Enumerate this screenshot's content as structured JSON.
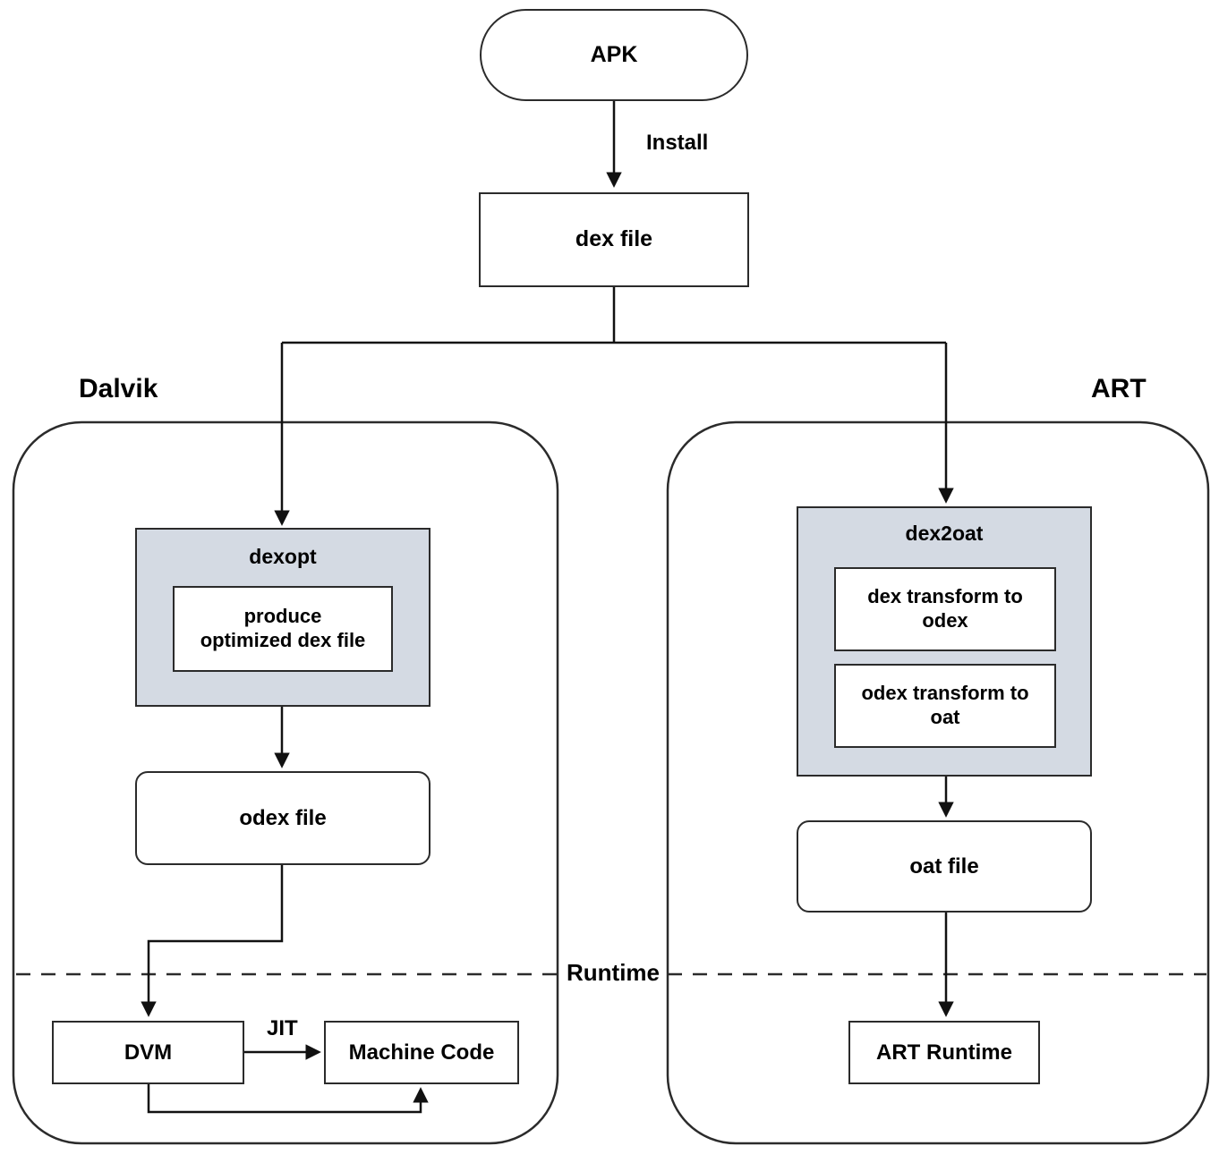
{
  "diagram": {
    "title_hidden": "",
    "colors": {
      "stroke": "#2b2b2b",
      "shaded_fill": "#d4dae3",
      "background": "#ffffff",
      "text": "#000000"
    },
    "nodes": {
      "apk": {
        "label": "APK"
      },
      "dex_file": {
        "label": "dex file"
      },
      "dexopt": {
        "label": "dexopt"
      },
      "produce_optimized": {
        "label": "produce\noptimized dex file",
        "line1": "produce",
        "line2": "optimized dex file"
      },
      "odex_file": {
        "label": "odex file"
      },
      "dvm": {
        "label": "DVM"
      },
      "machine_code": {
        "label": "Machine Code"
      },
      "dex2oat": {
        "label": "dex2oat"
      },
      "dex_transform": {
        "label": "dex transform to odex",
        "line1": "dex transform to",
        "line2": "odex"
      },
      "odex_transform": {
        "label": "odex transform to oat",
        "line1": "odex transform to",
        "line2": "oat"
      },
      "oat_file": {
        "label": "oat file"
      },
      "art_runtime": {
        "label": "ART Runtime"
      }
    },
    "groups": {
      "dalvik": {
        "label": "Dalvik"
      },
      "art": {
        "label": "ART"
      }
    },
    "edge_labels": {
      "install": "Install",
      "jit": "JIT",
      "runtime": "Runtime"
    }
  }
}
